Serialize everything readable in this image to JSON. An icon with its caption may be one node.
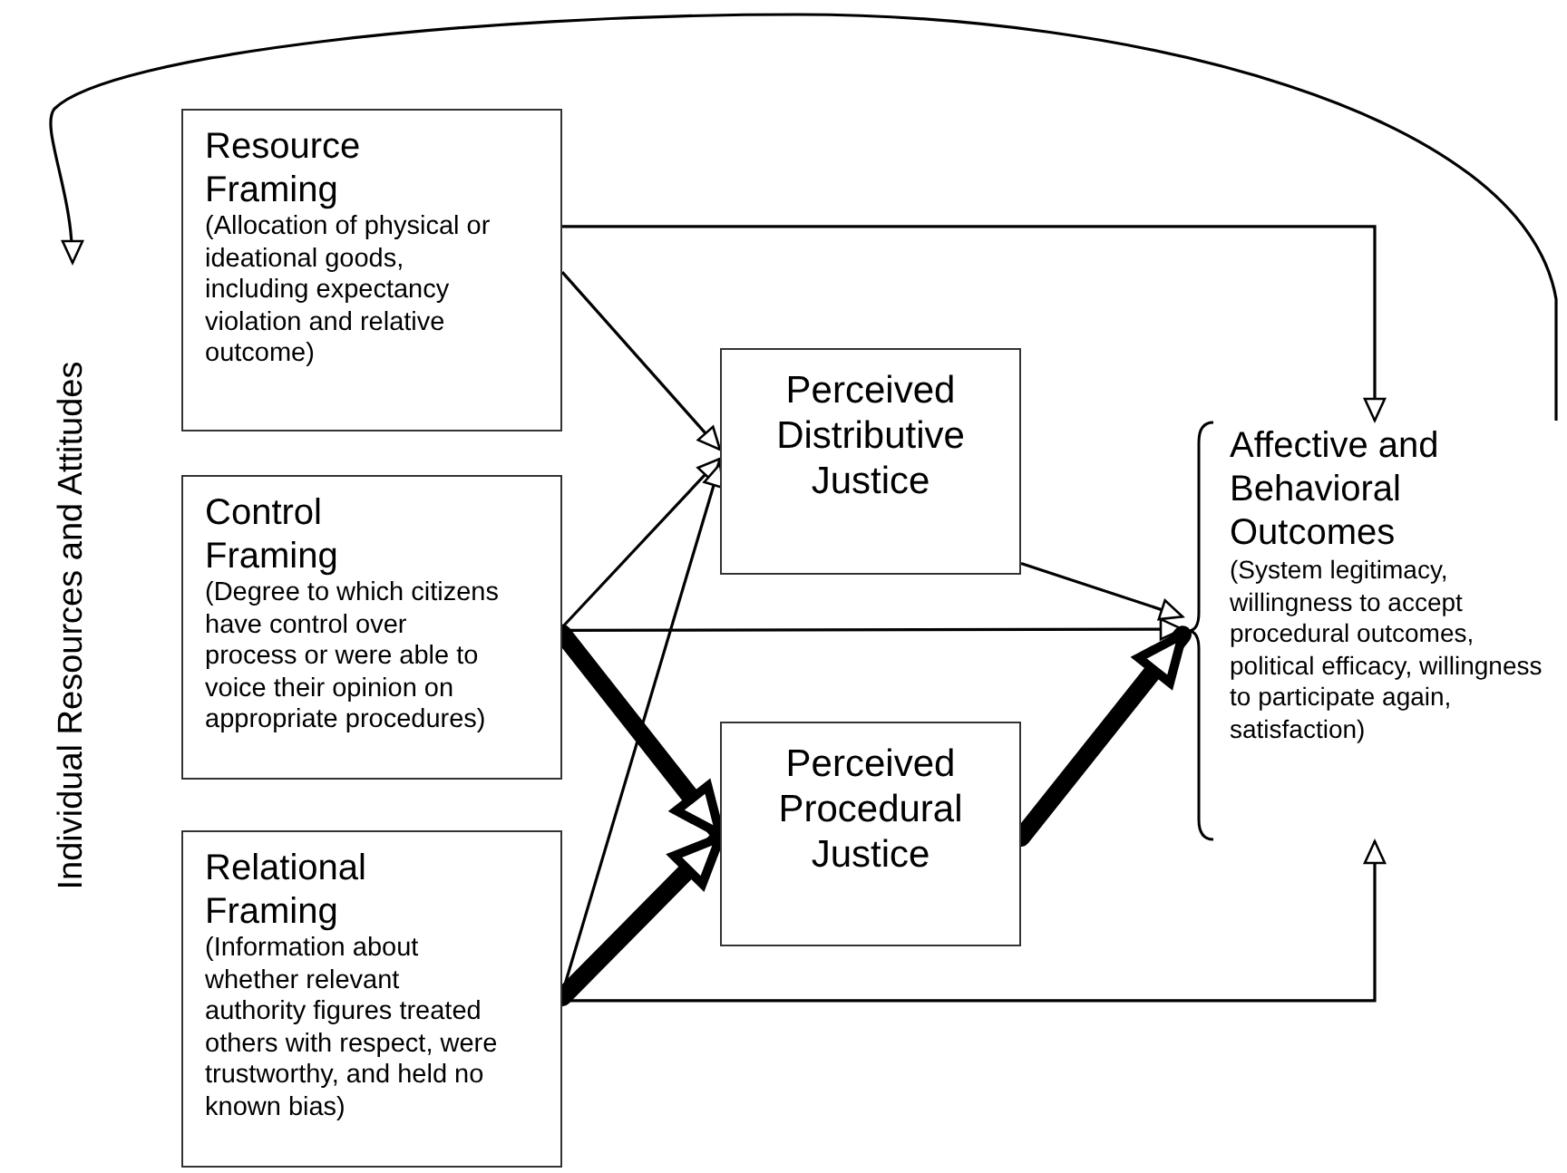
{
  "diagram": {
    "nodes": [
      {
        "text": [
          "Resource Framing",
          "(Allocation of physical or ideational goods, including expectancy violation and relative outcome)"
        ]
      },
      {
        "text": [
          "Control Framing",
          "(Degree to which citizens have control over process or were able to voice their opinion on appropriate procedures)"
        ]
      },
      {
        "text": [
          "Relational Framing",
          "(Information about whether relevant authority figures treated others with respect, were trustworthy, and held no known bias)"
        ]
      },
      {
        "text": [
          "Perceived Distributive Justice"
        ]
      },
      {
        "text": [
          "Perceived Procedural Justice"
        ]
      },
      {
        "text": [
          "Affective and Behavioral Outcomes",
          "(System legitimacy, willingness to accept procedural outcomes, political efficacy, willingness to participate again, satisfaction)"
        ]
      },
      {
        "text": [
          "Individual Resources and Attitudes"
        ]
      }
    ],
    "edges": [
      {
        "from": 0,
        "to": 3,
        "arrow": "to"
      },
      {
        "from": 0,
        "to": 5,
        "arrow": "to"
      },
      {
        "from": 1,
        "to": 3,
        "arrow": "to"
      },
      {
        "from": 1,
        "to": 5,
        "arrow": "to"
      },
      {
        "from": 1,
        "to": 4,
        "arrow": "to",
        "style": "thick"
      },
      {
        "from": 2,
        "to": 3,
        "arrow": "to"
      },
      {
        "from": 2,
        "to": 4,
        "arrow": "to",
        "style": "thick"
      },
      {
        "from": 2,
        "to": 5,
        "arrow": "to"
      },
      {
        "from": 3,
        "to": 5,
        "arrow": "to"
      },
      {
        "from": 4,
        "to": 5,
        "arrow": "to",
        "style": "thick"
      },
      {
        "from": 5,
        "to": 6,
        "arrow": "to"
      }
    ]
  }
}
